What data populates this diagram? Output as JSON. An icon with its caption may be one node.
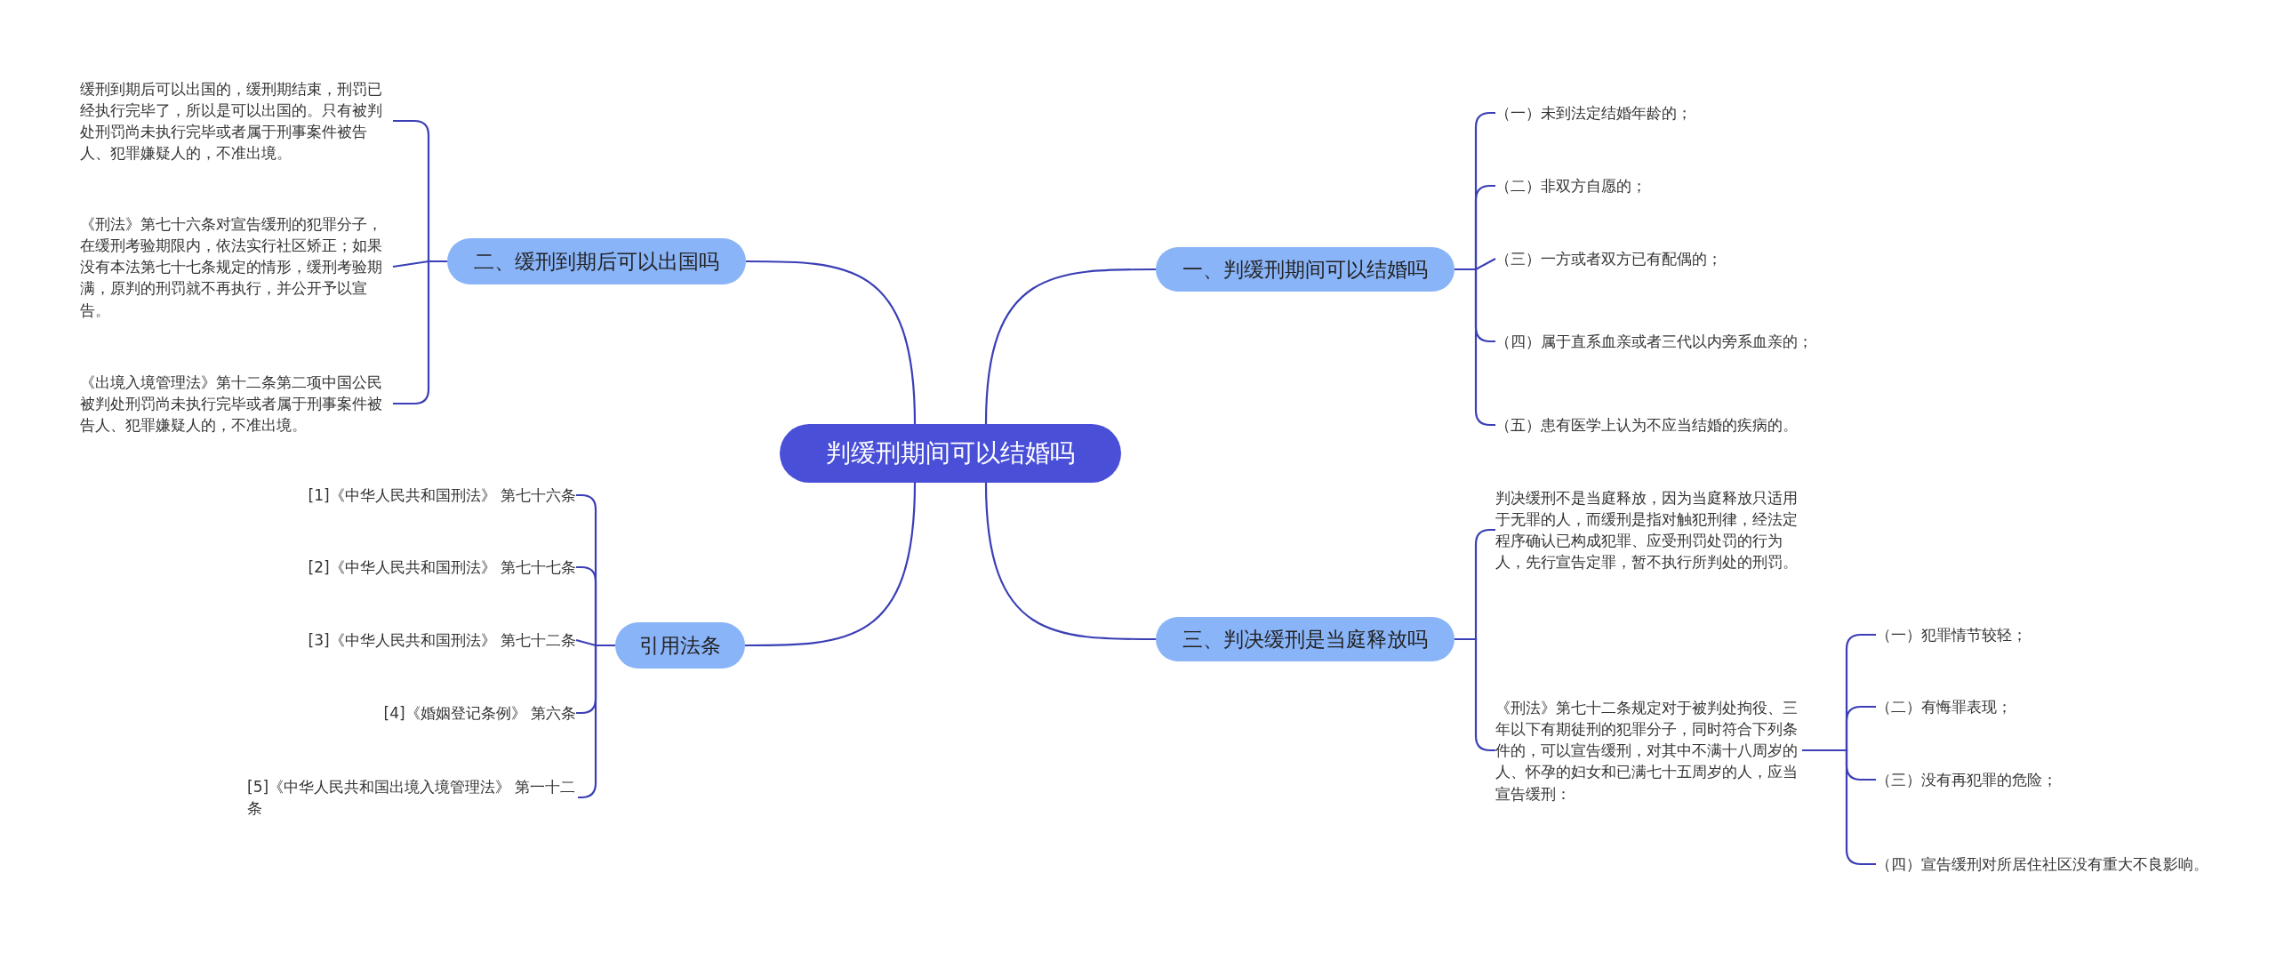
{
  "diagram": {
    "nodes": [
      {
        "text": [
          "判缓刑期间可以结婚吗"
        ]
      },
      {
        "text": [
          "一、判缓刑期间可以结婚吗"
        ]
      },
      {
        "text": [
          "（一）未到法定结婚年龄的；"
        ]
      },
      {
        "text": [
          "（二）非双方自愿的；"
        ]
      },
      {
        "text": [
          "（三）一方或者双方已有配偶的；"
        ]
      },
      {
        "text": [
          "（四）属于直系血亲或者三代以内旁系血亲的；"
        ]
      },
      {
        "text": [
          "（五）患有医学上认为不应当结婚的疾病的。"
        ]
      },
      {
        "text": [
          "三、判决缓刑是当庭释放吗"
        ]
      },
      {
        "text": [
          "判决缓刑不是当庭释放，因为当庭释放只适用于无罪的人，而缓刑是指对触犯刑律，经法定程序确认已构成犯罪、应受刑罚处罚的行为人，先行宣告定罪，暂不执行所判处的刑罚。"
        ]
      },
      {
        "text": [
          "《刑法》第七十二条规定对于被判处拘役、三年以下有期徒刑的犯罪分子，同时符合下列条件的，可以宣告缓刑，对其中不满十八周岁的人、怀孕的妇女和已满七十五周岁的人，应当宣告缓刑："
        ]
      },
      {
        "text": [
          "（一）犯罪情节较轻；"
        ]
      },
      {
        "text": [
          "（二）有悔罪表现；"
        ]
      },
      {
        "text": [
          "（三）没有再犯罪的危险；"
        ]
      },
      {
        "text": [
          "（四）宣告缓刑对所居住社区没有重大不良影响。"
        ]
      },
      {
        "text": [
          "二、缓刑到期后可以出国吗"
        ]
      },
      {
        "text": [
          "缓刑到期后可以出国的，缓刑期结束，刑罚已经执行完毕了，所以是可以出国的。只有被判处刑罚尚未执行完毕或者属于刑事案件被告人、犯罪嫌疑人的，不准出境。"
        ]
      },
      {
        "text": [
          "《刑法》第七十六条对宣告缓刑的犯罪分子，在缓刑考验期限内，依法实行社区矫正；如果没有本法第七十七条规定的情形，缓刑考验期满，原判的刑罚就不再执行，并公开予以宣告。"
        ]
      },
      {
        "text": [
          "《出境入境管理法》第十二条第二项中国公民被判处刑罚尚未执行完毕或者属于刑事案件被告人、犯罪嫌疑人的，不准出境。"
        ]
      },
      {
        "text": [
          "引用法条"
        ]
      },
      {
        "text": [
          "[1]《中华人民共和国刑法》 第七十六条"
        ]
      },
      {
        "text": [
          "[2]《中华人民共和国刑法》 第七十七条"
        ]
      },
      {
        "text": [
          "[3]《中华人民共和国刑法》 第七十二条"
        ]
      },
      {
        "text": [
          "[4]《婚姻登记条例》 第六条"
        ]
      },
      {
        "text": [
          "[5]《中华人民共和国出境入境管理法》 第一十二条"
        ]
      }
    ],
    "edges": [
      {
        "from": 0,
        "to": 1,
        "arrow": "none"
      },
      {
        "from": 1,
        "to": 2,
        "arrow": "none"
      },
      {
        "from": 1,
        "to": 3,
        "arrow": "none"
      },
      {
        "from": 1,
        "to": 4,
        "arrow": "none"
      },
      {
        "from": 1,
        "to": 5,
        "arrow": "none"
      },
      {
        "from": 1,
        "to": 6,
        "arrow": "none"
      },
      {
        "from": 0,
        "to": 7,
        "arrow": "none"
      },
      {
        "from": 7,
        "to": 8,
        "arrow": "none"
      },
      {
        "from": 7,
        "to": 9,
        "arrow": "none"
      },
      {
        "from": 9,
        "to": 10,
        "arrow": "none"
      },
      {
        "from": 9,
        "to": 11,
        "arrow": "none"
      },
      {
        "from": 9,
        "to": 12,
        "arrow": "none"
      },
      {
        "from": 9,
        "to": 13,
        "arrow": "none"
      },
      {
        "from": 0,
        "to": 14,
        "arrow": "none"
      },
      {
        "from": 14,
        "to": 15,
        "arrow": "none"
      },
      {
        "from": 14,
        "to": 16,
        "arrow": "none"
      },
      {
        "from": 14,
        "to": 17,
        "arrow": "none"
      },
      {
        "from": 0,
        "to": 18,
        "arrow": "none"
      },
      {
        "from": 18,
        "to": 19,
        "arrow": "none"
      },
      {
        "from": 18,
        "to": 20,
        "arrow": "none"
      },
      {
        "from": 18,
        "to": 21,
        "arrow": "none"
      },
      {
        "from": 18,
        "to": 22,
        "arrow": "none"
      },
      {
        "from": 18,
        "to": 23,
        "arrow": "none"
      }
    ]
  }
}
